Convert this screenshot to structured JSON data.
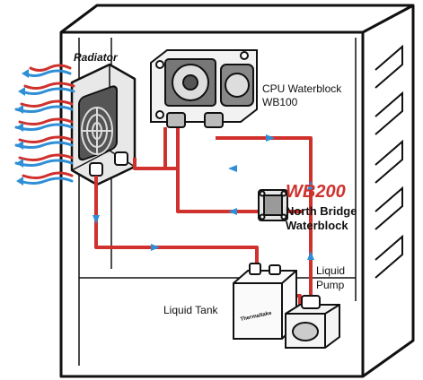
{
  "labels": {
    "radiator": "Radiator",
    "cpu_line1": "CPU Waterblock",
    "cpu_line2": "WB100",
    "wb200": "WB200",
    "nb_line1": "North Bridge",
    "nb_line2": "Waterblock",
    "pump_line1": "Liquid",
    "pump_line2": "Pump",
    "tank": "Liquid Tank",
    "tank_brand": "Thermaltake"
  },
  "colors": {
    "tube": "#d0312d",
    "flow_arrow": "#2f8fd6",
    "air_warm": "#d0312d",
    "air_cool": "#2f8fd6",
    "outline": "#111111",
    "wb200_text": "#d0312d"
  },
  "icons": [
    "fan-icon",
    "cpu-waterblock-icon",
    "north-bridge-waterblock-icon",
    "liquid-tank-icon",
    "liquid-pump-icon",
    "airflow-arrow-icon",
    "flow-direction-arrow-icon"
  ]
}
